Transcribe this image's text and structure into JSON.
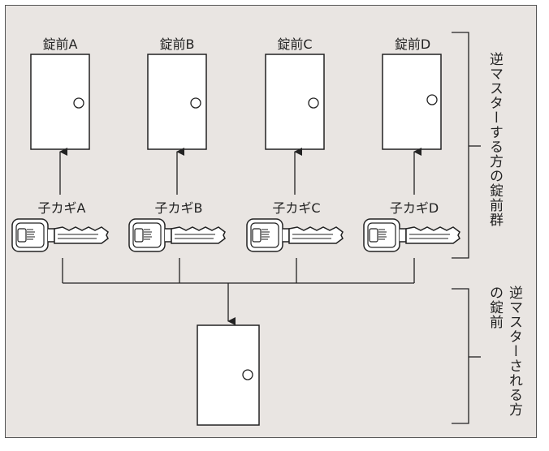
{
  "locks": [
    {
      "label": "錠前A"
    },
    {
      "label": "錠前B"
    },
    {
      "label": "錠前C"
    },
    {
      "label": "錠前D"
    }
  ],
  "keys": [
    {
      "label": "子カギA"
    },
    {
      "label": "子カギB"
    },
    {
      "label": "子カギC"
    },
    {
      "label": "子カギD"
    }
  ],
  "group_label": "逆マスターする方の錠前群",
  "target_label_line1": "逆マスターされる方",
  "target_label_line2": "の錠前",
  "colors": {
    "background": "#e9e5e2",
    "door": "#ffffff",
    "line": "#222222"
  }
}
